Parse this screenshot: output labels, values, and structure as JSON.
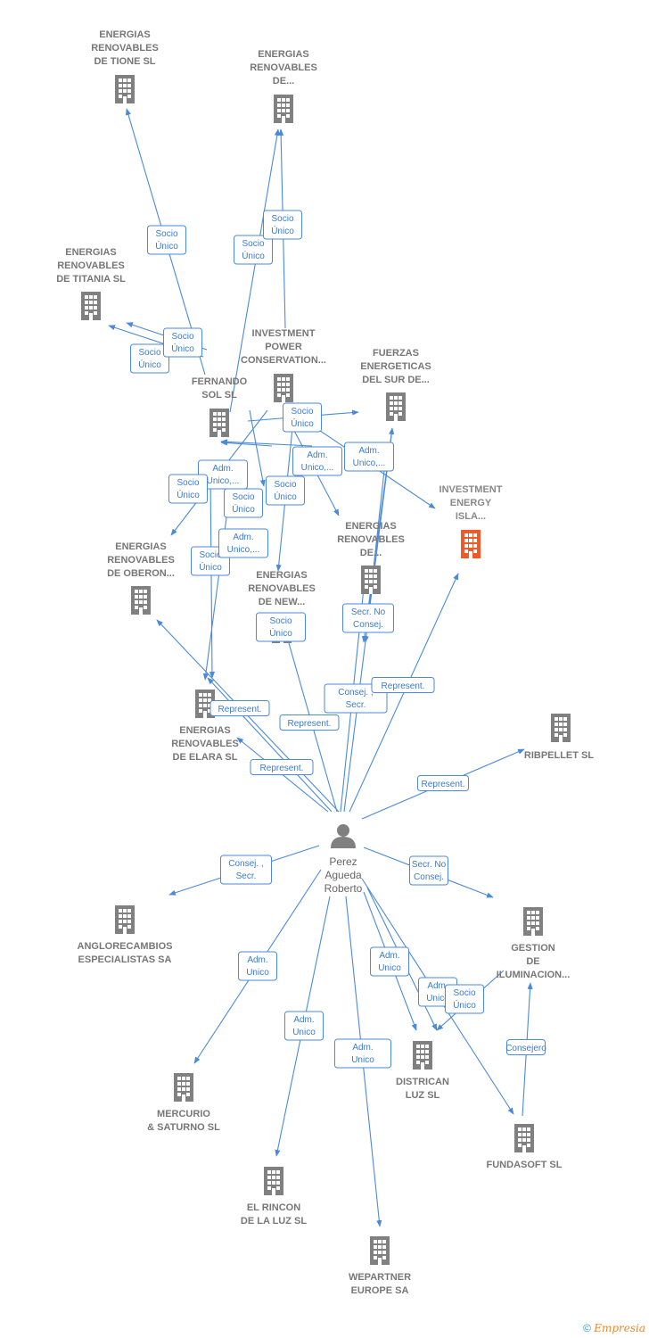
{
  "colors": {
    "edge": "#4a8ad8",
    "building": "#808080",
    "highlight": "#f05a28",
    "label": "#777777"
  },
  "person": {
    "name_lines": [
      "Perez",
      "Agueda",
      "Roberto"
    ],
    "icon": "person-icon"
  },
  "companies": [
    {
      "id": "tione",
      "lines": [
        "ENERGIAS",
        "RENOVABLES",
        "DE TIONE  SL"
      ],
      "highlight": false
    },
    {
      "id": "de1",
      "lines": [
        "ENERGIAS",
        "RENOVABLES",
        "DE..."
      ],
      "highlight": false
    },
    {
      "id": "titania",
      "lines": [
        "ENERGIAS",
        "RENOVABLES",
        "DE TITANIA  SL"
      ],
      "highlight": false
    },
    {
      "id": "ipc",
      "lines": [
        "INVESTMENT",
        "POWER",
        "CONSERVATION..."
      ],
      "highlight": false
    },
    {
      "id": "fernando",
      "lines": [
        "FERNANDO",
        "SOL SL"
      ],
      "highlight": false
    },
    {
      "id": "fuerzas",
      "lines": [
        "FUERZAS",
        "ENERGETICAS",
        "DEL SUR DE..."
      ],
      "highlight": false
    },
    {
      "id": "iei",
      "lines": [
        "INVESTMENT",
        "ENERGY",
        "ISLA..."
      ],
      "highlight": true
    },
    {
      "id": "oberon",
      "lines": [
        "ENERGIAS",
        "RENOVABLES",
        "DE OBERON..."
      ],
      "highlight": false
    },
    {
      "id": "de2",
      "lines": [
        "ENERGIAS",
        "RENOVABLES",
        "DE..."
      ],
      "highlight": false
    },
    {
      "id": "newx",
      "lines": [
        "ENERGIAS",
        "RENOVABLES",
        "DE NEW..."
      ],
      "highlight": false
    },
    {
      "id": "elara",
      "lines": [
        "ENERGIAS",
        "RENOVABLES",
        "DE ELARA  SL"
      ],
      "highlight": false
    },
    {
      "id": "ribpellet",
      "lines": [
        "RIBPELLET SL"
      ],
      "highlight": false
    },
    {
      "id": "anglo",
      "lines": [
        "ANGLORECAMBIOS",
        "ESPECIALISTAS SA"
      ],
      "highlight": false
    },
    {
      "id": "gestion",
      "lines": [
        "GESTION",
        "DE",
        "ILUMINACION..."
      ],
      "highlight": false
    },
    {
      "id": "mercurio",
      "lines": [
        "MERCURIO",
        "& SATURNO  SL"
      ],
      "highlight": false
    },
    {
      "id": "districan",
      "lines": [
        "DISTRICAN",
        "LUZ SL"
      ],
      "highlight": false
    },
    {
      "id": "fundasoft",
      "lines": [
        "FUNDASOFT SL"
      ],
      "highlight": false
    },
    {
      "id": "rincon",
      "lines": [
        "EL RINCON",
        "DE LA LUZ SL"
      ],
      "highlight": false
    },
    {
      "id": "wepartner",
      "lines": [
        "WEPARTNER",
        "EUROPE SA"
      ],
      "highlight": false
    }
  ],
  "relations": [
    {
      "lines": [
        "Socio",
        "Único"
      ]
    },
    {
      "lines": [
        "Socio",
        "Único"
      ]
    },
    {
      "lines": [
        "Socio",
        "Único"
      ]
    },
    {
      "lines": [
        "Socio",
        "Único"
      ]
    },
    {
      "lines": [
        "Socio",
        "Único"
      ]
    },
    {
      "lines": [
        "Socio",
        "Único"
      ]
    },
    {
      "lines": [
        "Adm.",
        "Unico,..."
      ]
    },
    {
      "lines": [
        "Adm.",
        "Unico,..."
      ]
    },
    {
      "lines": [
        "Adm.",
        "Unico,..."
      ]
    },
    {
      "lines": [
        "Socio",
        "Único"
      ]
    },
    {
      "lines": [
        "Socio",
        "Único"
      ]
    },
    {
      "lines": [
        "Socio",
        "Único"
      ]
    },
    {
      "lines": [
        "Socio",
        "Único"
      ]
    },
    {
      "lines": [
        "Adm.",
        "Unico,..."
      ]
    },
    {
      "lines": [
        "Socio",
        "Único"
      ]
    },
    {
      "lines": [
        "Secr.  No",
        "Consej."
      ]
    },
    {
      "lines": [
        "Consej. ,",
        "Secr."
      ]
    },
    {
      "lines": [
        "Represent."
      ]
    },
    {
      "lines": [
        "Represent."
      ]
    },
    {
      "lines": [
        "Represent."
      ]
    },
    {
      "lines": [
        "Represent."
      ]
    },
    {
      "lines": [
        "Represent."
      ]
    },
    {
      "lines": [
        "Consej. ,",
        "Secr."
      ]
    },
    {
      "lines": [
        "Secr.  No",
        "Consej."
      ]
    },
    {
      "lines": [
        "Adm.",
        "Unico"
      ]
    },
    {
      "lines": [
        "Adm.",
        "Unico"
      ]
    },
    {
      "lines": [
        "Adm.",
        "Unico"
      ]
    },
    {
      "lines": [
        "Adm.",
        "Unico"
      ]
    },
    {
      "lines": [
        "Socio",
        "Único"
      ]
    },
    {
      "lines": [
        "Adm.",
        "Unico"
      ]
    },
    {
      "lines": [
        "Consejero"
      ]
    },
    {
      "lines": [
        "Socio",
        "Único"
      ]
    }
  ],
  "footer": {
    "copyright": "©",
    "brand": "Empresia"
  }
}
